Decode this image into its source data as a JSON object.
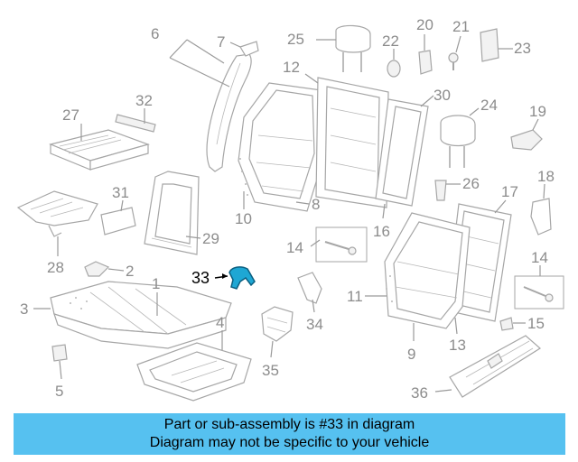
{
  "diagram": {
    "highlighted_part": "33",
    "highlight_color": "#1ea7d4",
    "callouts": {
      "c1": "1",
      "c2": "2",
      "c3": "3",
      "c4": "4",
      "c5": "5",
      "c6": "6",
      "c7": "7",
      "c8": "8",
      "c9": "9",
      "c10": "10",
      "c11": "11",
      "c12": "12",
      "c13": "13",
      "c14a": "14",
      "c14b": "14",
      "c15": "15",
      "c16": "16",
      "c17": "17",
      "c18": "18",
      "c19": "19",
      "c20": "20",
      "c21": "21",
      "c22": "22",
      "c23": "23",
      "c24": "24",
      "c25": "25",
      "c26": "26",
      "c27": "27",
      "c28": "28",
      "c29": "29",
      "c30": "30",
      "c31": "31",
      "c32": "32",
      "c33": "33",
      "c34": "34",
      "c35": "35",
      "c36": "36"
    }
  },
  "banner": {
    "line1": "Part or sub-assembly is #33 in diagram",
    "line2": "Diagram may not be specific to your vehicle",
    "color": "#56c1f0"
  }
}
